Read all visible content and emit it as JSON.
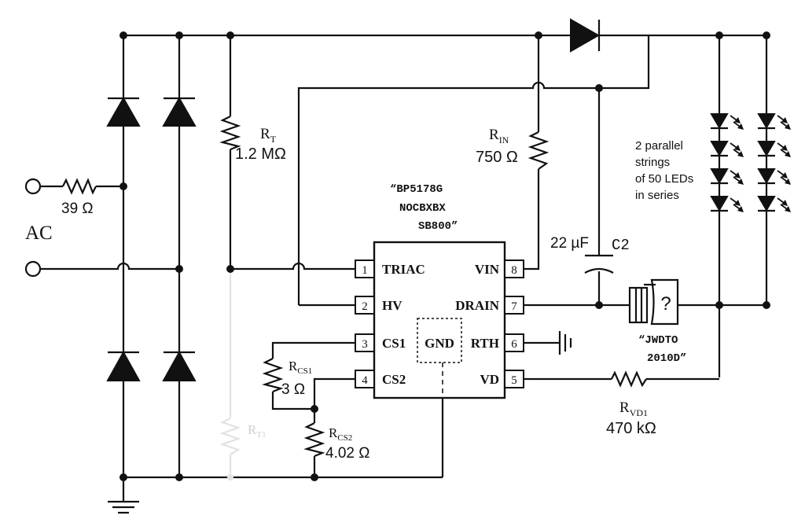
{
  "ac": {
    "label": "AC"
  },
  "r_in_series": {
    "value": "39 Ω"
  },
  "r_t": {
    "ref": "R",
    "sub": "T",
    "value": "1.2 MΩ"
  },
  "r_t1": {
    "ref": "R",
    "sub": "T1"
  },
  "r_in": {
    "ref": "R",
    "sub": "IN",
    "value": "750 Ω"
  },
  "ic_marking": [
    "“BP5178G",
    "NOCBXBX",
    "SB800”"
  ],
  "ic_pins": [
    {
      "num": "1",
      "name": "TRIAC"
    },
    {
      "num": "2",
      "name": "HV"
    },
    {
      "num": "3",
      "name": "CS1"
    },
    {
      "num": "4",
      "name": "CS2"
    },
    {
      "num": "5",
      "name": "VD"
    },
    {
      "num": "6",
      "name": "RTH"
    },
    {
      "num": "7",
      "name": "DRAIN"
    },
    {
      "num": "8",
      "name": "VIN"
    }
  ],
  "ic_gnd": {
    "label": "GND"
  },
  "c2": {
    "value": "22 µF",
    "ref": "C2"
  },
  "r_cs1": {
    "ref": "R",
    "sub": "CS1",
    "value": "3 Ω"
  },
  "r_cs2": {
    "ref": "R",
    "sub": "CS2",
    "value": "4.02 Ω"
  },
  "r_vd1": {
    "ref": "R",
    "sub": "VD1",
    "value": "470 kΩ"
  },
  "unknown_part": {
    "symbol": "?",
    "marking": [
      "“JWDTO",
      "2010D”"
    ]
  },
  "led_note": [
    "2 parallel",
    "strings",
    "of 50 LEDs",
    "in series"
  ]
}
